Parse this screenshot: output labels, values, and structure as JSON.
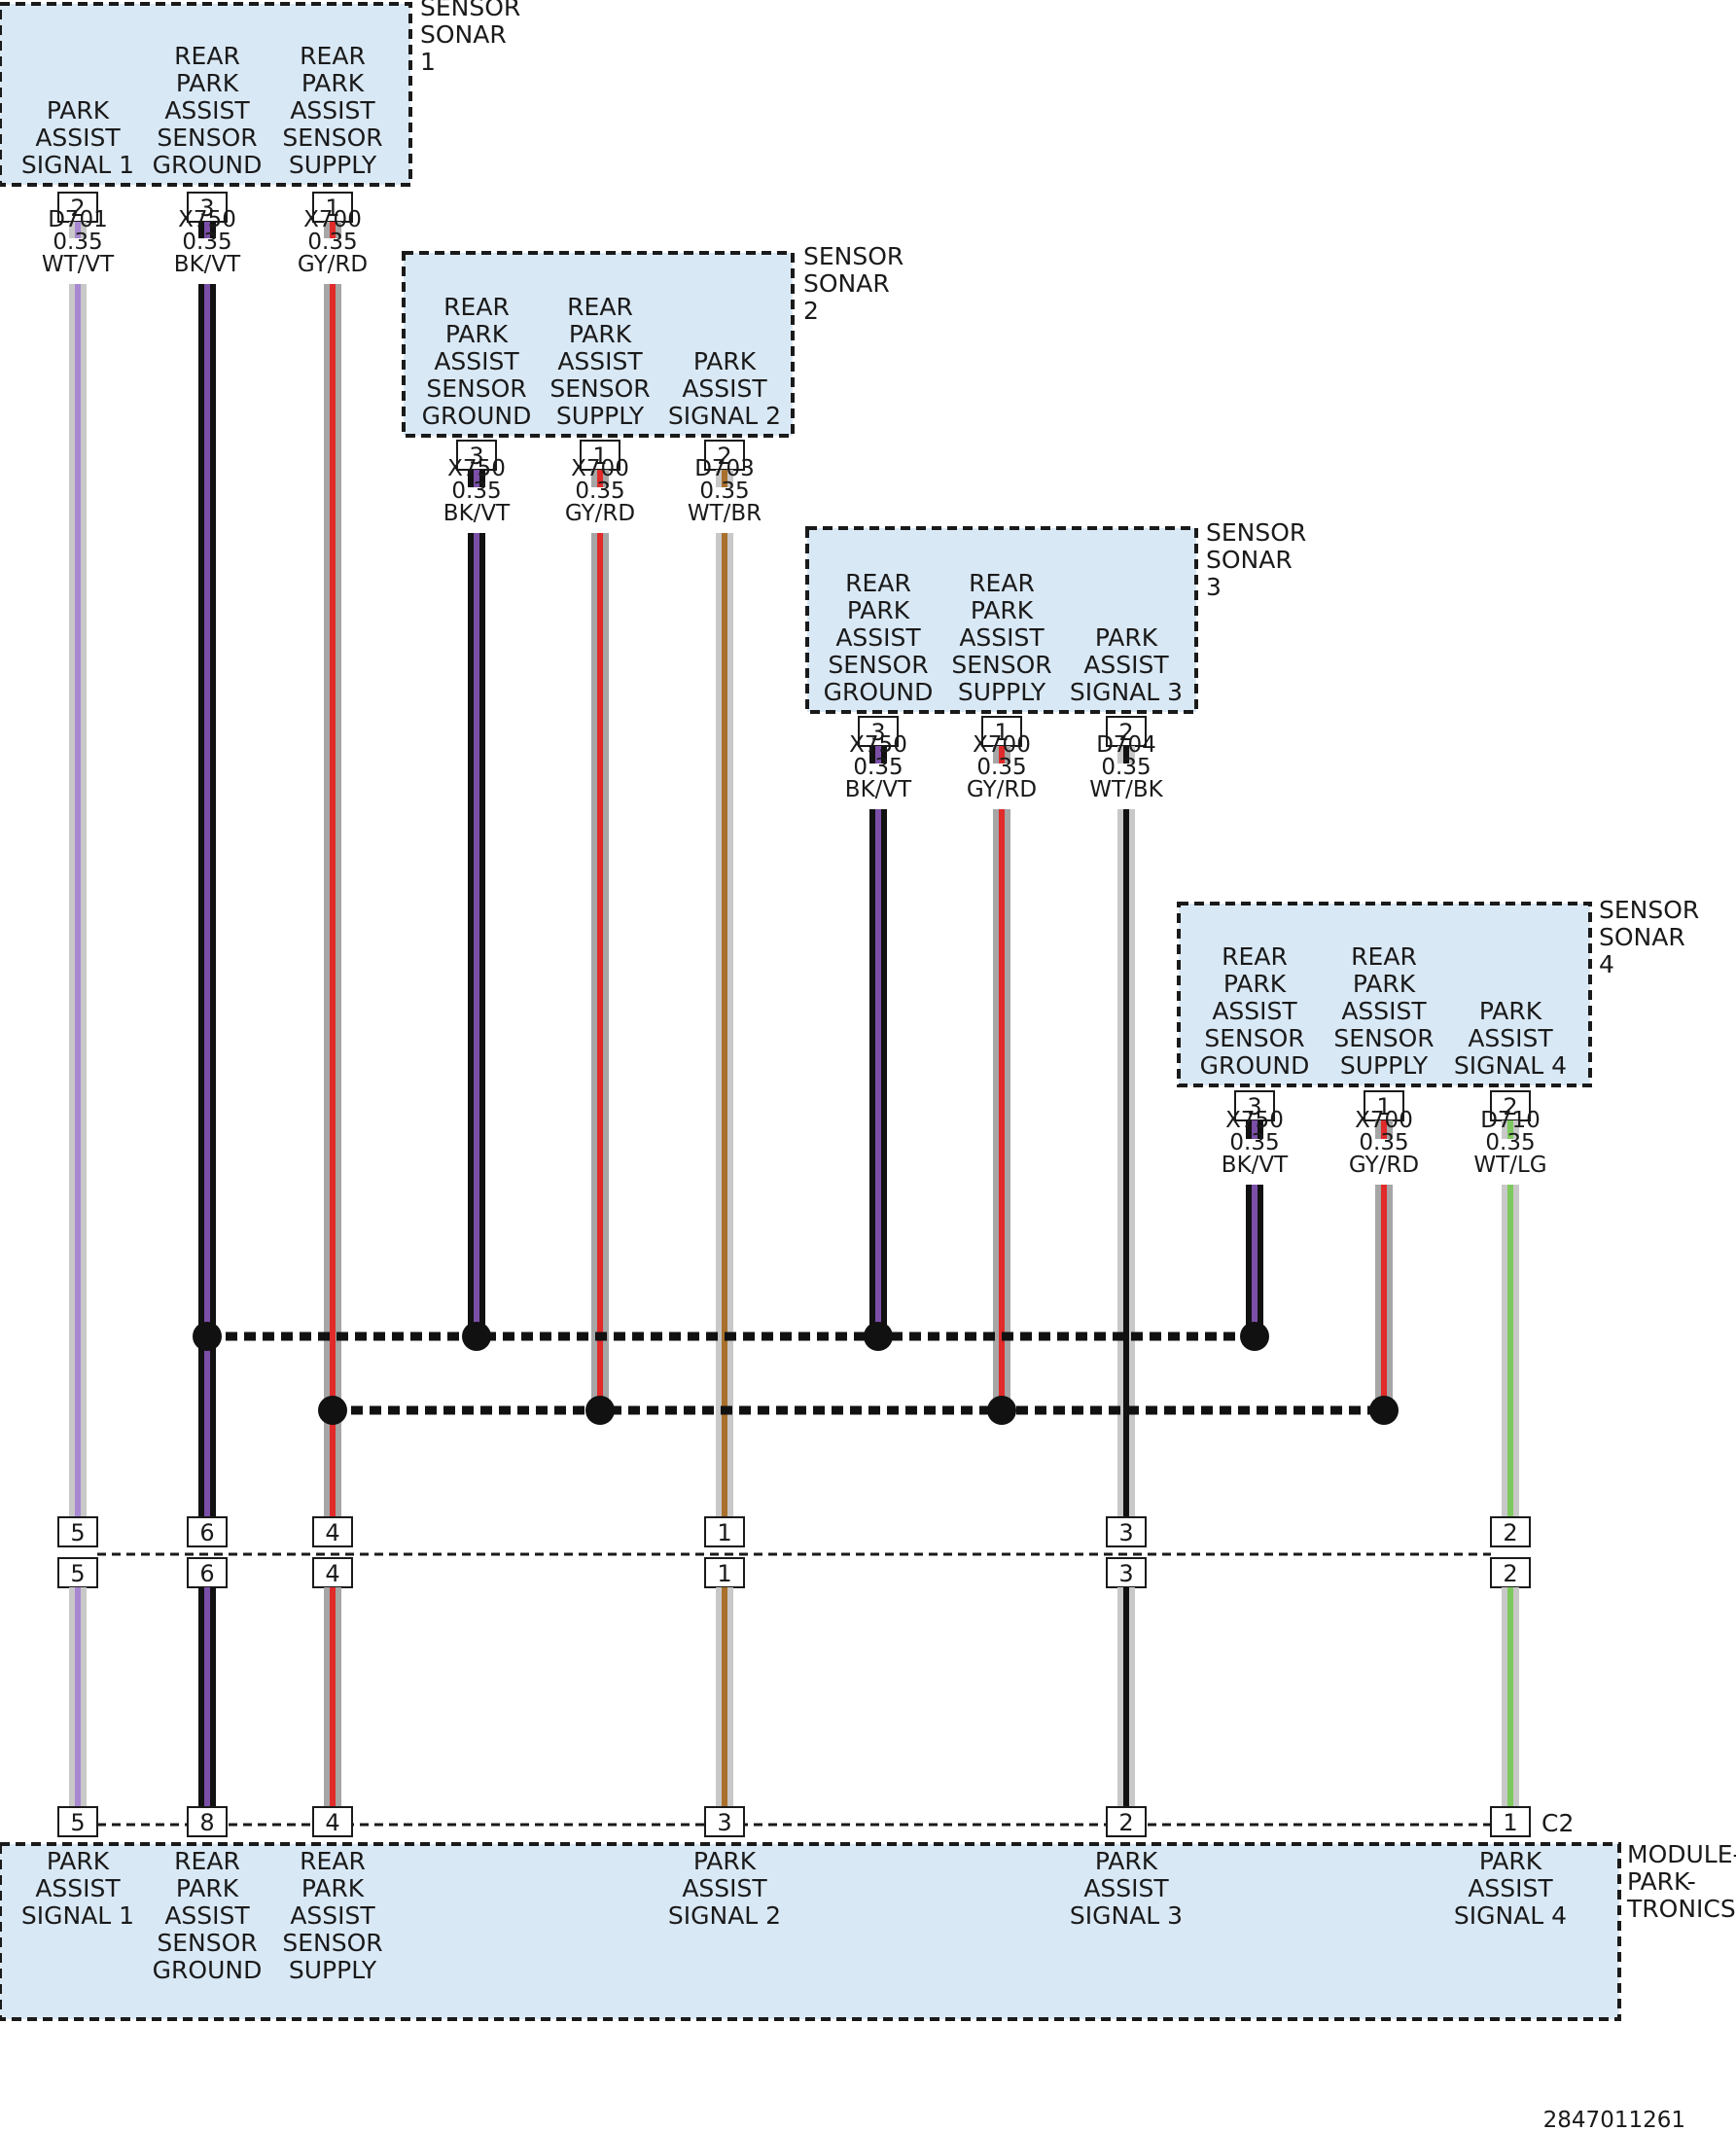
{
  "colors": {
    "box_fill": "#d9e8f5",
    "box_border": "#1a1a1a",
    "violet": "#7b4fa8",
    "light_violet": "#a888d0",
    "red": "#e12a2a",
    "gray": "#a6a6a6",
    "light_gray": "#c8c8c8",
    "black": "#111111",
    "brown": "#a8702c",
    "light_green": "#7dc95e"
  },
  "sensors": [
    {
      "name_lines": [
        "SENSOR",
        "SONAR",
        "1"
      ],
      "pins": [
        {
          "label": [
            "PARK",
            "ASSIST",
            "SIGNAL 1"
          ],
          "pin": "2",
          "wire": [
            "D701",
            "0.35",
            "WT/VT"
          ]
        },
        {
          "label": [
            "REAR",
            "PARK",
            "ASSIST",
            "SENSOR",
            "GROUND"
          ],
          "pin": "3",
          "wire": [
            "X750",
            "0.35",
            "BK/VT"
          ]
        },
        {
          "label": [
            "REAR",
            "PARK",
            "ASSIST",
            "SENSOR",
            "SUPPLY"
          ],
          "pin": "1",
          "wire": [
            "X700",
            "0.35",
            "GY/RD"
          ]
        }
      ]
    },
    {
      "name_lines": [
        "SENSOR",
        "SONAR",
        "2"
      ],
      "pins": [
        {
          "label": [
            "REAR",
            "PARK",
            "ASSIST",
            "SENSOR",
            "GROUND"
          ],
          "pin": "3",
          "wire": [
            "X750",
            "0.35",
            "BK/VT"
          ]
        },
        {
          "label": [
            "REAR",
            "PARK",
            "ASSIST",
            "SENSOR",
            "SUPPLY"
          ],
          "pin": "1",
          "wire": [
            "X700",
            "0.35",
            "GY/RD"
          ]
        },
        {
          "label": [
            "PARK",
            "ASSIST",
            "SIGNAL 2"
          ],
          "pin": "2",
          "wire": [
            "D703",
            "0.35",
            "WT/BR"
          ]
        }
      ]
    },
    {
      "name_lines": [
        "SENSOR",
        "SONAR",
        "3"
      ],
      "pins": [
        {
          "label": [
            "REAR",
            "PARK",
            "ASSIST",
            "SENSOR",
            "GROUND"
          ],
          "pin": "3",
          "wire": [
            "X750",
            "0.35",
            "BK/VT"
          ]
        },
        {
          "label": [
            "REAR",
            "PARK",
            "ASSIST",
            "SENSOR",
            "SUPPLY"
          ],
          "pin": "1",
          "wire": [
            "X700",
            "0.35",
            "GY/RD"
          ]
        },
        {
          "label": [
            "PARK",
            "ASSIST",
            "SIGNAL 3"
          ],
          "pin": "2",
          "wire": [
            "D704",
            "0.35",
            "WT/BK"
          ]
        }
      ]
    },
    {
      "name_lines": [
        "SENSOR",
        "SONAR",
        "4"
      ],
      "pins": [
        {
          "label": [
            "REAR",
            "PARK",
            "ASSIST",
            "SENSOR",
            "GROUND"
          ],
          "pin": "3",
          "wire": [
            "X750",
            "0.35",
            "BK/VT"
          ]
        },
        {
          "label": [
            "REAR",
            "PARK",
            "ASSIST",
            "SENSOR",
            "SUPPLY"
          ],
          "pin": "1",
          "wire": [
            "X700",
            "0.35",
            "GY/RD"
          ]
        },
        {
          "label": [
            "PARK",
            "ASSIST",
            "SIGNAL 4"
          ],
          "pin": "2",
          "wire": [
            "D710",
            "0.35",
            "WT/LG"
          ]
        }
      ]
    }
  ],
  "inline_connector": {
    "upper_pins": [
      "5",
      "6",
      "4",
      "1",
      "3",
      "2"
    ],
    "lower_pins": [
      "5",
      "6",
      "4",
      "1",
      "3",
      "2"
    ]
  },
  "module": {
    "name_lines": [
      "MODULE-",
      "PARK-",
      "TRONICS"
    ],
    "connector": "C2",
    "pins": [
      {
        "pin": "5",
        "label": [
          "PARK",
          "ASSIST",
          "SIGNAL 1"
        ]
      },
      {
        "pin": "8",
        "label": [
          "REAR",
          "PARK",
          "ASSIST",
          "SENSOR",
          "GROUND"
        ]
      },
      {
        "pin": "4",
        "label": [
          "REAR",
          "PARK",
          "ASSIST",
          "SENSOR",
          "SUPPLY"
        ]
      },
      {
        "pin": "3",
        "label": [
          "PARK",
          "ASSIST",
          "SIGNAL 2"
        ]
      },
      {
        "pin": "2",
        "label": [
          "PARK",
          "ASSIST",
          "SIGNAL 3"
        ]
      },
      {
        "pin": "1",
        "label": [
          "PARK",
          "ASSIST",
          "SIGNAL 4"
        ]
      }
    ]
  },
  "figure_code": "2847011261"
}
